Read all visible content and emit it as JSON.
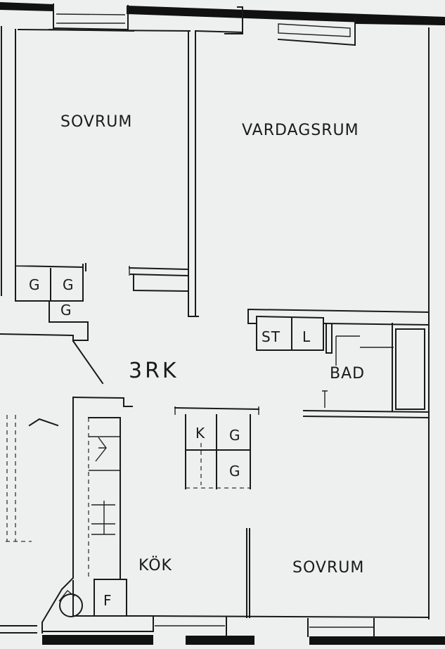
{
  "plan": {
    "title": "3RK",
    "rooms": {
      "bedroom_top": "SOVRUM",
      "living_room": "VARDAGSRUM",
      "bathroom": "BAD",
      "kitchen": "KÖK",
      "bedroom_bottom": "SOVRUM"
    },
    "fixtures": {
      "closet_1": "G",
      "closet_2": "G",
      "closet_3": "G",
      "storage": "ST",
      "linen": "L",
      "kitchen_k": "K",
      "kitchen_g1": "G",
      "kitchen_g2": "G",
      "fridge": "F"
    },
    "colors": {
      "paper": "#eeefef",
      "ink": "#1a1a1a"
    }
  }
}
